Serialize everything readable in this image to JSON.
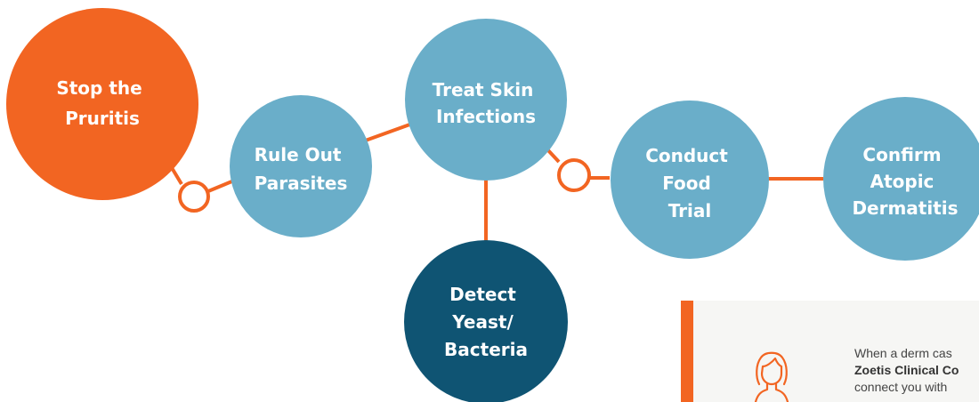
{
  "nodes": {
    "stop_pruritis": {
      "lines": [
        "Stop the",
        "Pruritis"
      ]
    },
    "rule_out_parasites": {
      "lines": [
        "Rule Out",
        "Parasites"
      ]
    },
    "treat_skin_infections": {
      "lines": [
        "Treat Skin",
        "Infections"
      ]
    },
    "detect_yeast_bacteria": {
      "lines": [
        "Detect",
        "Yeast/",
        "Bacteria"
      ]
    },
    "conduct_food_trial": {
      "lines": [
        "Conduct",
        "Food",
        "Trial"
      ]
    },
    "confirm_atopic_dermatitis": {
      "lines": [
        "Confirm",
        "Atopic",
        "Dermatitis"
      ]
    }
  },
  "colors": {
    "orange": "#f26522",
    "light_blue": "#6aaec9",
    "dark_blue": "#0f5473",
    "connector": "#f26522",
    "callout_bg": "#f6f6f4"
  },
  "callout": {
    "icon": "person-icon",
    "line1": "When a derm cas",
    "line2_bold": "Zoetis Clinical Co",
    "line3": "connect you with"
  }
}
